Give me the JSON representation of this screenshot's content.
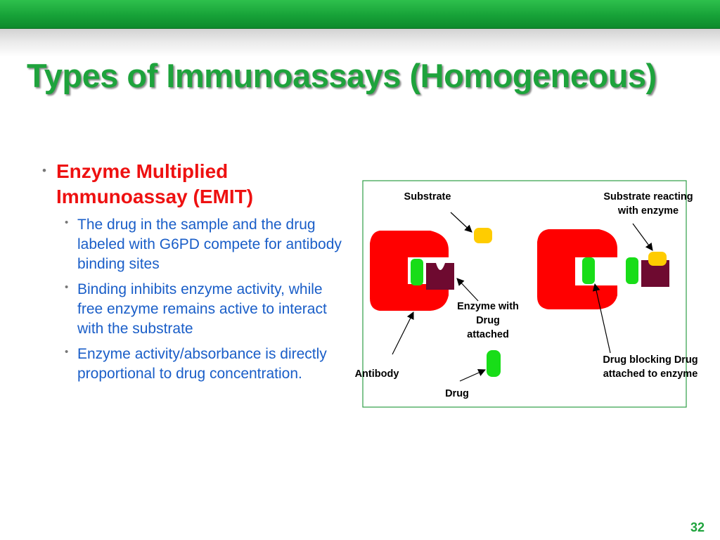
{
  "slide": {
    "title": "Types of Immunoassays (Homogeneous)",
    "page_number": "32",
    "colors": {
      "title": "#1ea33c",
      "heading": "#ee1111",
      "body": "#1a5ec8",
      "bar": "#17a238"
    }
  },
  "content": {
    "heading": "Enzyme Multiplied Immunoassay (EMIT)",
    "bullets": [
      "The drug in the sample and the drug labeled with G6PD compete for antibody binding sites",
      "Binding inhibits enzyme activity, while free enzyme remains active to interact with the substrate",
      "Enzyme activity/absorbance is directly proportional to drug concentration."
    ]
  },
  "diagram": {
    "labels": {
      "substrate": "Substrate",
      "substrate_reacting_1": "Substrate reacting",
      "substrate_reacting_2": "with enzyme",
      "enzyme_with_1": "Enzyme with",
      "enzyme_with_2": "Drug",
      "enzyme_with_3": "attached",
      "antibody": "Antibody",
      "drug": "Drug",
      "drug_blocking_1": "Drug blocking Drug",
      "drug_blocking_2": "attached to enzyme"
    },
    "colors": {
      "antibody": "#ff0000",
      "drug": "#18dd18",
      "enzyme": "#6e0a30",
      "substrate": "#ffcc00",
      "frame": "#2e9e45"
    }
  }
}
